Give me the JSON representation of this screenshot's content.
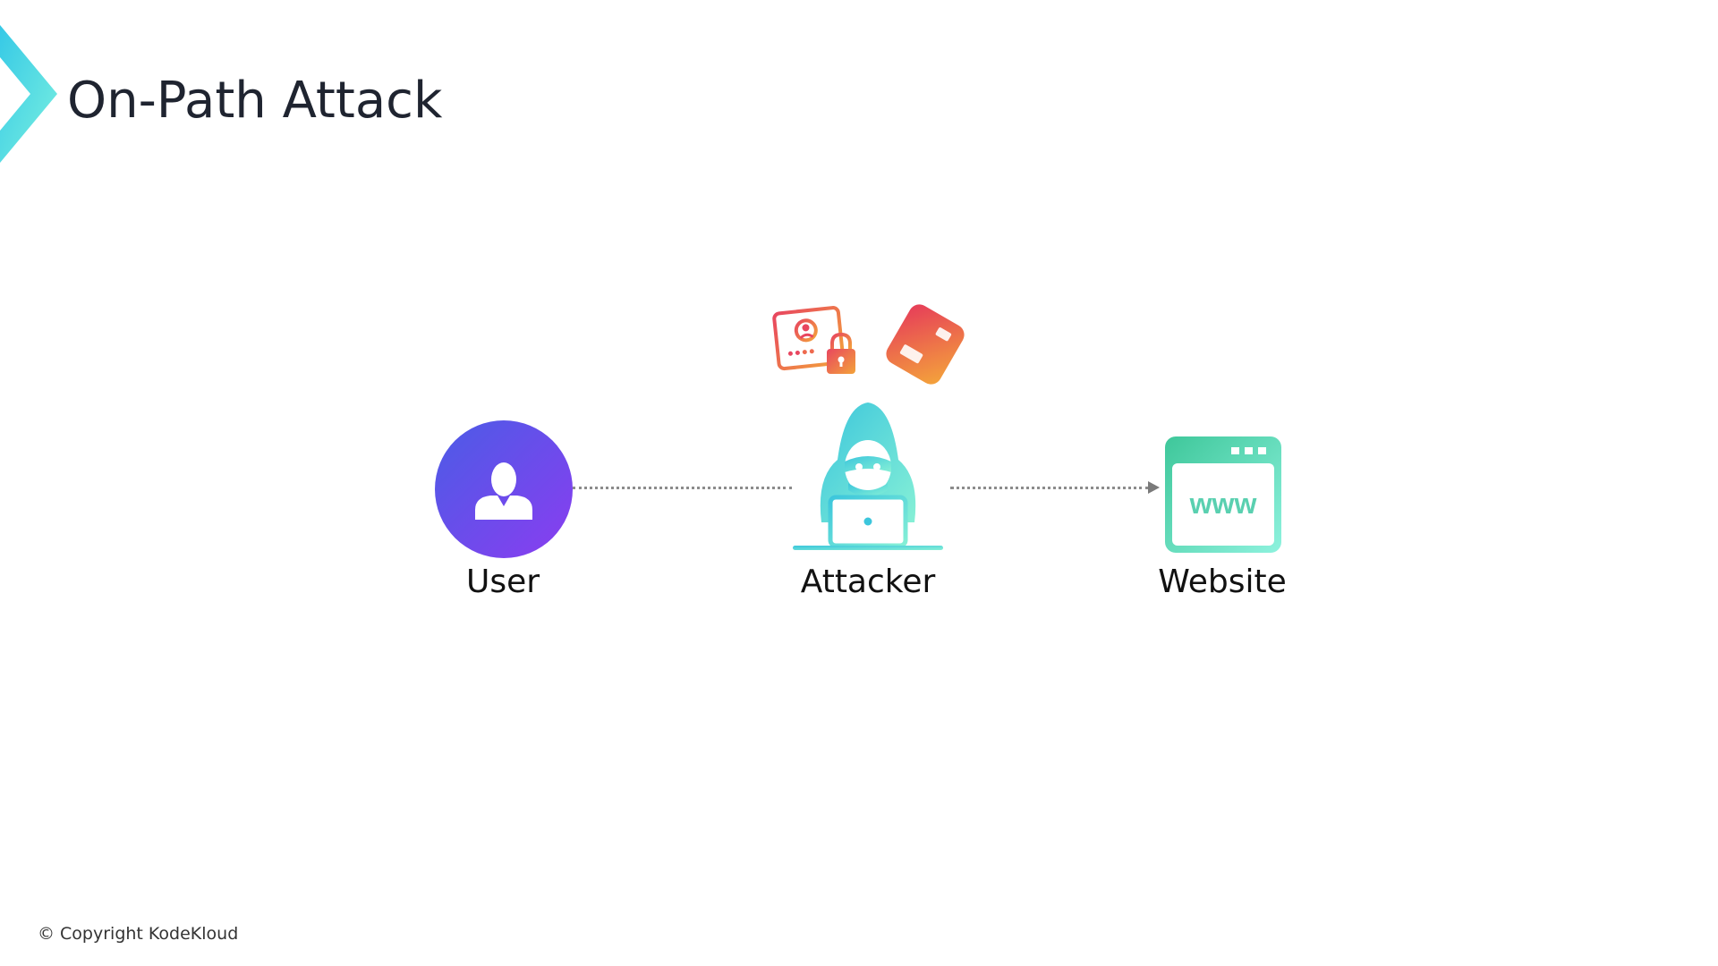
{
  "slide": {
    "title": "On-Path Attack",
    "copyright": "© Copyright KodeKloud"
  },
  "diagram": {
    "nodes": [
      {
        "id": "user",
        "label": "User",
        "icon": "user-icon"
      },
      {
        "id": "attacker",
        "label": "Attacker",
        "icon": "hacker-laptop-icon"
      },
      {
        "id": "website",
        "label": "Website",
        "icon": "browser-www-icon"
      }
    ],
    "stolen_items": [
      {
        "icon": "credentials-lock-icon"
      },
      {
        "icon": "tag-card-icon"
      }
    ],
    "website_icon_text": "www",
    "edges": [
      {
        "from": "user",
        "to": "attacker",
        "style": "dotted"
      },
      {
        "from": "attacker",
        "to": "website",
        "style": "dotted-arrow"
      }
    ]
  },
  "colors": {
    "accent_cyan": "#34d4e8",
    "user_gradient": [
      "#4b5ce6",
      "#8a3df0"
    ],
    "attacker_gradient": [
      "#3cc8de",
      "#7ef0d8"
    ],
    "website_gradient": [
      "#3ec79a",
      "#8ef2de"
    ],
    "stolen_gradient": [
      "#e84a5f",
      "#f2a23a"
    ],
    "connector": "#8c8c8c"
  }
}
